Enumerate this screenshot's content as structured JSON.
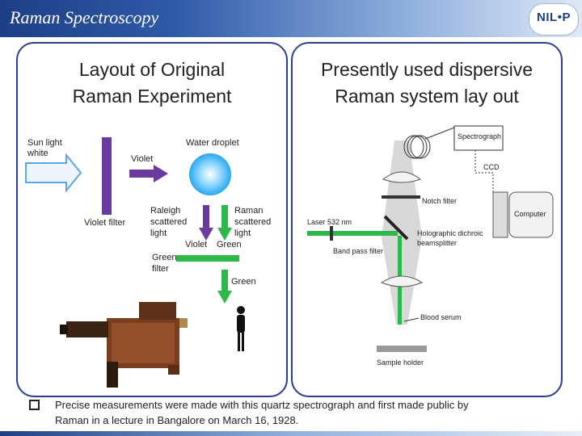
{
  "header": {
    "title": "Raman Spectroscopy",
    "logo_text": "NIL•P"
  },
  "left_panel": {
    "title_line1": "Layout of Original",
    "title_line2": "Raman Experiment",
    "labels": {
      "sunlight": "Sun light",
      "white": "white",
      "violet_filter": "Violet filter",
      "violet": "Violet",
      "water_droplet": "Water droplet",
      "raleigh1": "Raleigh",
      "raleigh2": "scattered",
      "raleigh3": "light",
      "raman1": "Raman",
      "raman2": "scattered",
      "raman3": "light",
      "violet2": "Violet",
      "green": "Green",
      "green_filter1": "Green",
      "green_filter2": "filter",
      "green2": "Green"
    }
  },
  "right_panel": {
    "title_line1": "Presently used dispersive",
    "title_line2": "Raman system lay out",
    "labels": {
      "spectrograph": "Spectrograph",
      "ccd": "CCD",
      "computer": "Computer",
      "notch": "Notch filter",
      "laser": "Laser 532 nm",
      "holo1": "Holographic dichroic",
      "holo2": "beamsplitter",
      "bandpass": "Band pass filter",
      "blood": "Blood serum",
      "sample": "Sample holder"
    }
  },
  "caption": {
    "line1": "Precise measurements were made with this quartz spectrograph and first made public by",
    "line2": "Raman in a lecture in Bangalore on March 16, 1928."
  },
  "colors": {
    "violet": "#6a3aa0",
    "green": "#2fb84a",
    "frame": "#2a3f8f"
  }
}
